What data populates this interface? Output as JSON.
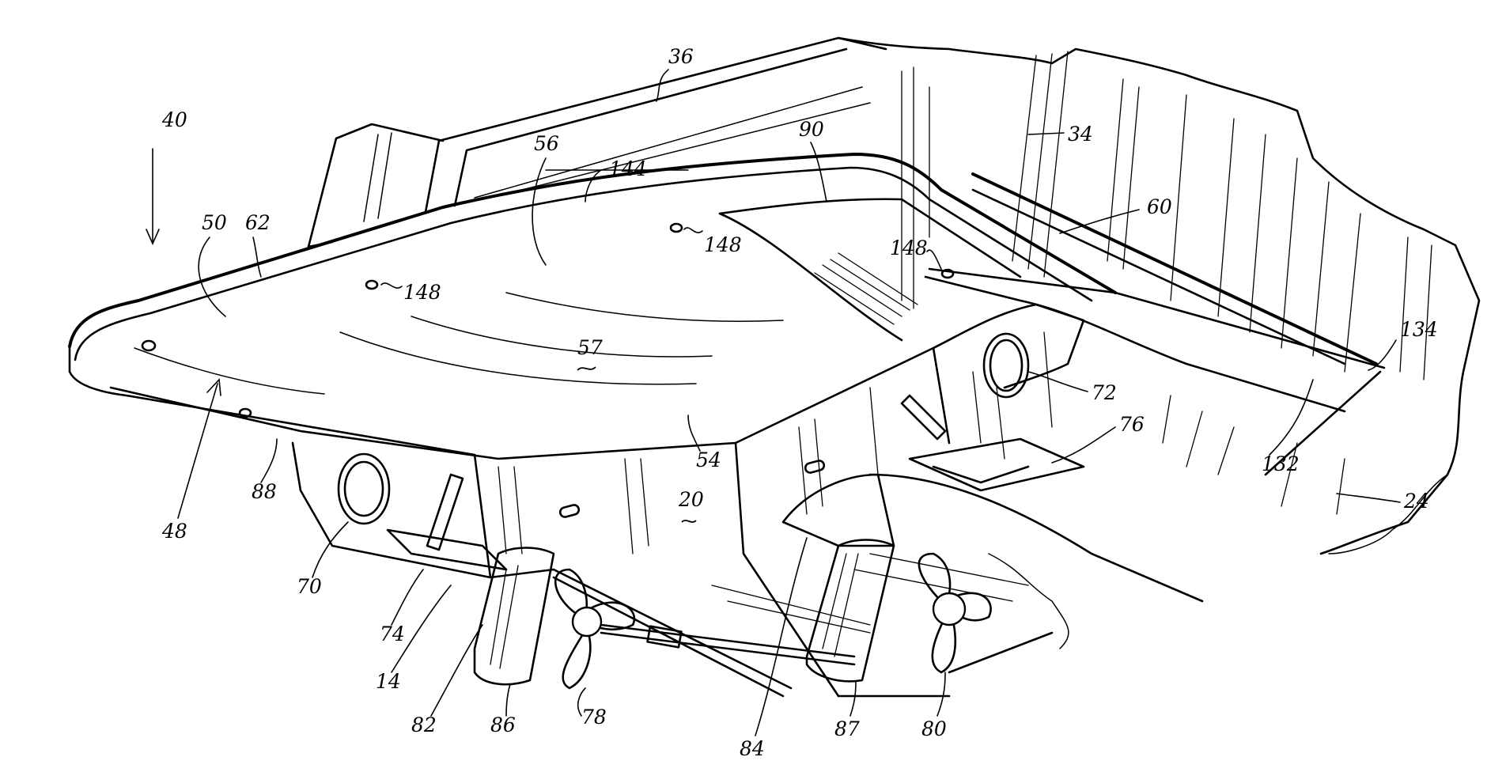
{
  "figure": {
    "reference_numerals": [
      "40",
      "36",
      "56",
      "144",
      "90",
      "34",
      "60",
      "50",
      "62",
      "148",
      "148",
      "148",
      "57",
      "72",
      "76",
      "134",
      "54",
      "132",
      "20",
      "24",
      "48",
      "88",
      "70",
      "74",
      "14",
      "82",
      "86",
      "78",
      "84",
      "87",
      "80"
    ]
  },
  "colors": {
    "ink": "#000000",
    "paper": "#ffffff"
  }
}
